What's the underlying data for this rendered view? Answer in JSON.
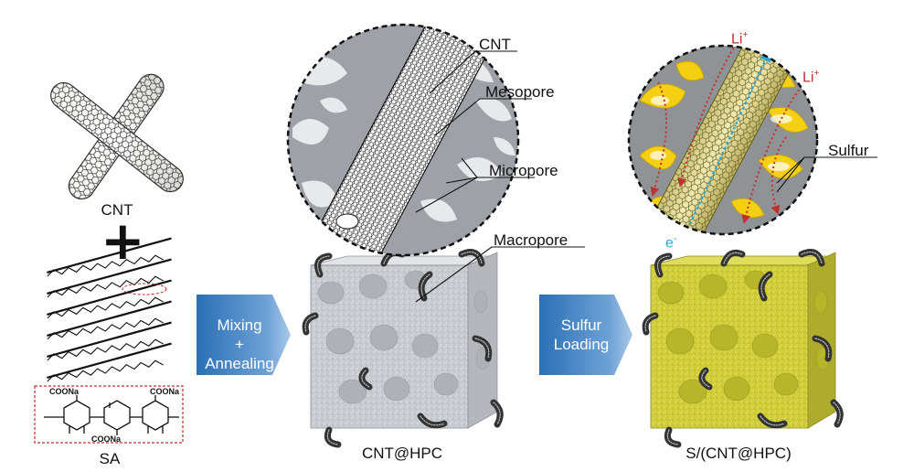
{
  "labels": {
    "cnt_left": "CNT",
    "sa": "SA",
    "cnt_hpc": "CNT@HPC",
    "s_cnt_hpc": "S/(CNT@HPC)",
    "callout_cnt": "CNT",
    "callout_mesopore": "Mesopore",
    "callout_micropore": "Micropore",
    "callout_macropore": "Macropore",
    "callout_sulfur": "Sulfur",
    "li_ion_1": "Li",
    "li_ion_2": "Li",
    "li_charge": "+",
    "electron": "e",
    "electron_charge": "-",
    "coona_1": "COONa",
    "coona_2": "COONa",
    "coona_3": "COONa"
  },
  "arrows": {
    "step1_line1": "Mixing",
    "step1_line2": "+",
    "step1_line3": "Annealing",
    "step2_line1": "Sulfur",
    "step2_line2": "Loading"
  },
  "plus_symbol": "+",
  "colors": {
    "arrow_blue": "#2a6fb5",
    "arrow_light": "#a9c8e8",
    "hpc_gray": "#c9ccd0",
    "sulfur_yellow": "#d6d63a",
    "sulfur_bright": "#f5cf12",
    "li_red": "#c0302e",
    "electron_blue": "#2aa7d8"
  }
}
